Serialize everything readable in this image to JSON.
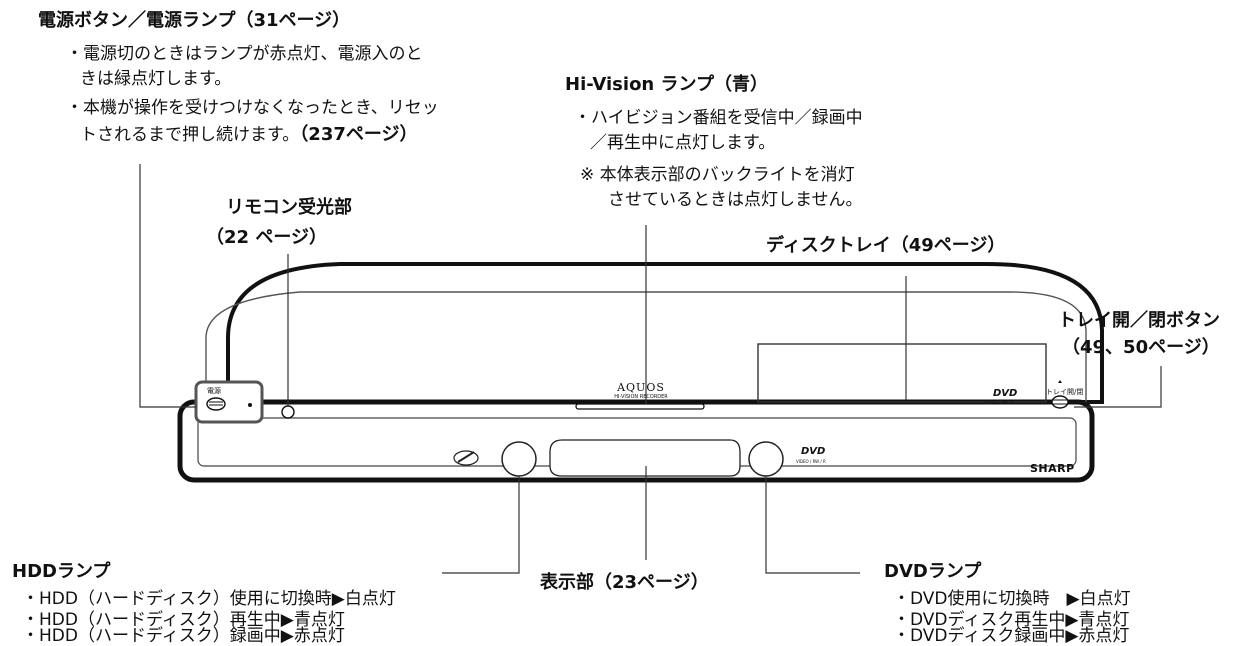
{
  "power": {
    "title": "電源ボタン／電源ランプ（31ページ）",
    "lines": [
      "・電源切のときはランプが赤点灯、電源入のと",
      "きは緑点灯します。",
      "・本機が操作を受けつけなくなったとき、リセッ",
      "トされるまで押し続けます。"
    ],
    "ref": "（237ページ）"
  },
  "remote": {
    "title": "リモコン受光部",
    "ref": "（22 ページ）"
  },
  "hivision": {
    "title": "Hi-Vision ランプ（青）",
    "lines": [
      "・ハイビジョン番組を受信中／録画中",
      "／再生中に点灯します。",
      "※ 本体表示部のバックライトを消灯",
      "させているときは点灯しません。"
    ]
  },
  "tray": {
    "title": "ディスクトレイ（49ページ）"
  },
  "tray_button": {
    "title": "トレイ開／閉ボタン",
    "ref": "（49、50ページ）"
  },
  "hdd": {
    "title": "HDDランプ",
    "lines": [
      "・HDD（ハードディスク）使用に切換時▶白点灯",
      "・HDD（ハードディスク）再生中▶青点灯",
      "・HDD（ハードディスク）録画中▶赤点灯"
    ]
  },
  "display": {
    "title": "表示部（23ページ）"
  },
  "dvd": {
    "title": "DVDランプ",
    "lines": [
      "・DVD使用に切換時　▶白点灯",
      "・DVDディスク再生中▶青点灯",
      "・DVDディスク録画中▶赤点灯"
    ]
  },
  "device": {
    "brand": "SHARP",
    "model": "AQUOS",
    "model_sub": "HI-VISION RECORDER",
    "power_label": "電源",
    "tray_label": "トレイ開/閉",
    "dvd_logo": "DVD",
    "dvd_logo_sub": "VIDEO / RW / R"
  }
}
